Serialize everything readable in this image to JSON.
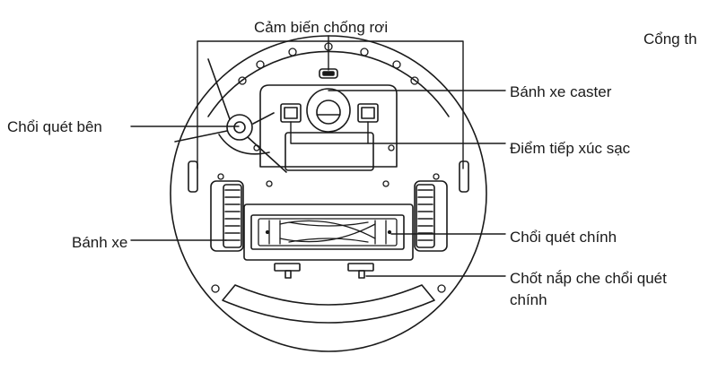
{
  "labels": {
    "cliff_sensor": "Cảm biến chống rơi",
    "port_partial": "Cổng th",
    "caster_wheel": "Bánh xe caster",
    "side_brush": "Chổi quét bên",
    "charging_contacts": "Điểm tiếp xúc sạc",
    "wheel": "Bánh xe",
    "main_brush": "Chổi quét chính",
    "brush_cover_latch": "Chốt nắp che chổi quét chính"
  },
  "colors": {
    "line": "#1a1a1a",
    "background": "#ffffff"
  }
}
